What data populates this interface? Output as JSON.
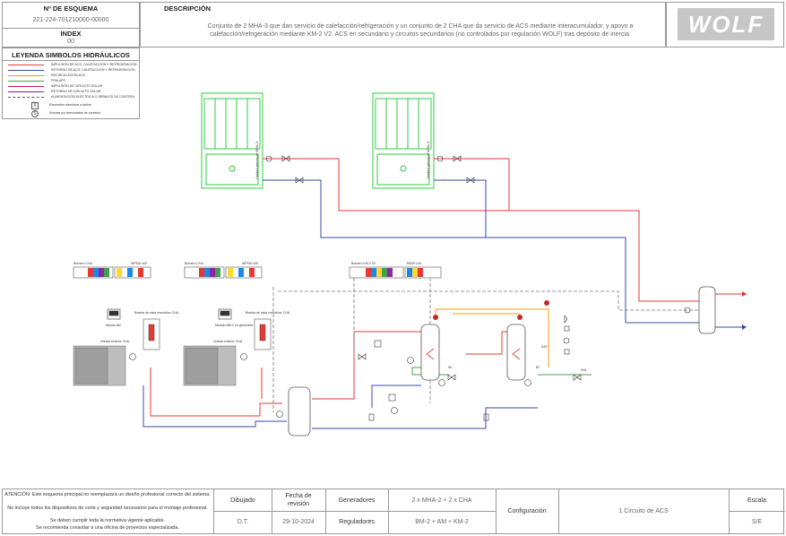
{
  "header": {
    "scheme_label": "Nº DE ESQUEMA",
    "scheme_number": "221-224-701210000-00000",
    "index_label": "INDEX",
    "index_value": "00",
    "description_label": "DESCRIPCIÓN",
    "description_text": "Conjunto de 2 MHA-3 que dan servicio de calefacción/refrigeración y un conjunto de 2 CHA que da servicio de ACS mediante interacumulador, y apoyo a calefacción/refrigeración mediante KM-2 V2. ACS en secundario y circuitos secundarios (no controlados por regulación WOLF) tras depósito de inercia.",
    "logo_text": "WOLF"
  },
  "legend": {
    "title": "LEYENDA SIMBOLOS HIDRÁULICOS",
    "items": [
      {
        "label": "IMPULSIÓN DE ACS, CALEFACCIÓN Y REFRIGERACIÓN",
        "color": "#e53935",
        "style": "solid"
      },
      {
        "label": "RETORNO DE ACS, CALEFACCIÓN Y REFRIGERACIÓN",
        "color": "#3949ab",
        "style": "solid"
      },
      {
        "label": "RECIRCULACIÓN ACS",
        "color": "#ff9800",
        "style": "solid"
      },
      {
        "label": "FRIA AFS",
        "color": "#43a047",
        "style": "solid"
      },
      {
        "label": "IMPULSIÓN DE CIRCUITO SOLAR",
        "color": "#c2185b",
        "style": "solid"
      },
      {
        "label": "RETORNO DE CIRCUITO SOLAR",
        "color": "#7b1fa2",
        "style": "solid"
      },
      {
        "label": "ALIMENTACIÓN ELÉCTRICA O SEÑALES DE CONTROL",
        "color": "#555555",
        "style": "dashed"
      }
    ],
    "symbols": [
      {
        "label": "Elementos eléctricos a definir"
      },
      {
        "label": "Sondas y/o termostatos de contacto"
      }
    ]
  },
  "diagram": {
    "heat_pump_label": "Unidad principal MHA-3",
    "outdoor_unit_label": "Unidad exterior CHA",
    "hydro_label": "Bomba de calor monobloc CHA",
    "controller_label": "Mando AM",
    "module_label": "Módulo BM-2 en generador",
    "bms_label_1": "Bornero CHA",
    "bms_label_2": "WP530 x00",
    "km2_label": "Bornero KM-2 V2",
    "rm_label": "RM20 x16",
    "valve_labels": [
      "IM",
      "BT",
      "SAF",
      "3VA"
    ]
  },
  "title_block": {
    "warning_lines": [
      "ATENCIÓN: Este esquema principal no reemplazará un diseño profesional correcto del sistema.",
      "No incluye todos los dispositivos de corte y seguridad necesarios para el montaje profesional.",
      "Se deben cumplir toda la normativa vigente aplicable.",
      "Se recomienda consultar a una oficina de proyectos especializada."
    ],
    "drawn_label": "Dibujado",
    "drawn_value": "D.T.",
    "date_label": "Fecha de revisión",
    "date_value": "29-10-2024",
    "generators_label": "Generadores",
    "generators_value": "2 x MHA-2 + 2 x CHA",
    "regulators_label": "Reguladores",
    "regulators_value": "BM-2 + AM + KM-2",
    "configuration_label": "Configuración",
    "configuration_value": "1 Circuito de ACS",
    "scale_label": "Escala",
    "scale_value": "S/E"
  },
  "colors": {
    "supply": "#e53935",
    "return": "#3949ab",
    "dhw_recirc": "#ff9800",
    "cold_water": "#43a047",
    "control": "#777777",
    "unit_outline": "#2ecc40"
  }
}
